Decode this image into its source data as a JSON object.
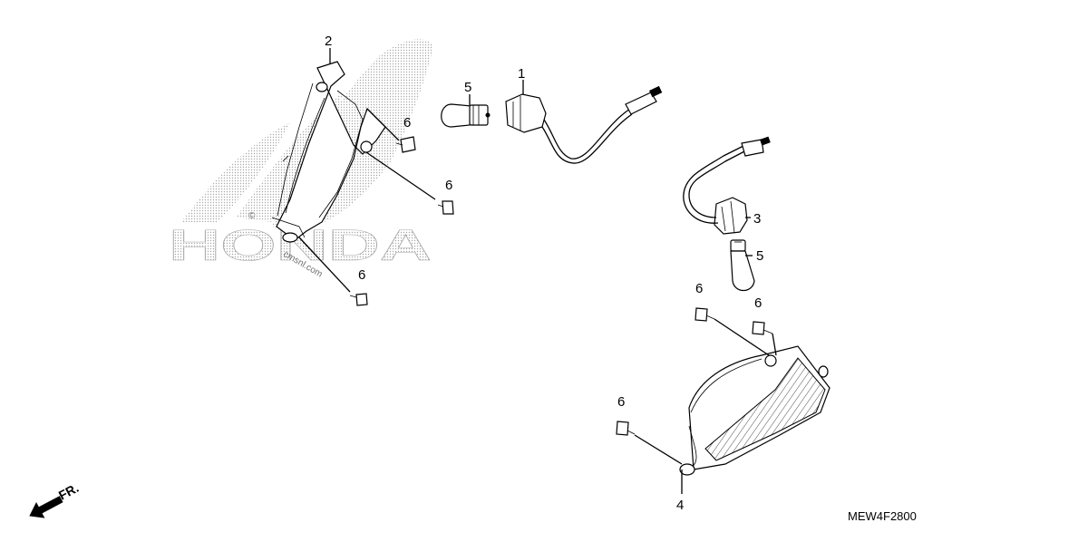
{
  "callouts": {
    "c1": "1",
    "c2": "2",
    "c3": "3",
    "c4": "4",
    "c5a": "5",
    "c5b": "5",
    "c6a": "6",
    "c6b": "6",
    "c6c": "6",
    "c6d": "6",
    "c6e": "6",
    "c6f": "6"
  },
  "diagram_code": "MEW4F2800",
  "direction_label": "FR.",
  "watermark": {
    "brand": "HONDA",
    "site": "cmsnl.com",
    "copyright": "©"
  },
  "colors": {
    "line": "#000000",
    "watermark_fill": "#bdbdbd"
  }
}
